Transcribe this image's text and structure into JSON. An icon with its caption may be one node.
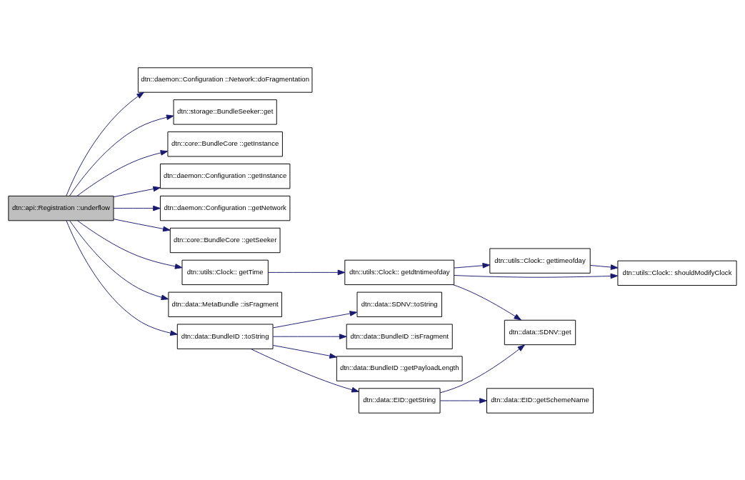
{
  "diagram": {
    "nodes": [
      {
        "text": [
          "dtn::api::Registration ::underflow"
        ]
      },
      {
        "text": [
          "dtn::daemon::Configuration ::Network::doFragmentation"
        ]
      },
      {
        "text": [
          "dtn::storage::BundleSeeker::get"
        ]
      },
      {
        "text": [
          "dtn::core::BundleCore ::getInstance"
        ]
      },
      {
        "text": [
          "dtn::daemon::Configuration ::getInstance"
        ]
      },
      {
        "text": [
          "dtn::daemon::Configuration ::getNetwork"
        ]
      },
      {
        "text": [
          "dtn::core::BundleCore ::getSeeker"
        ]
      },
      {
        "text": [
          "dtn::utils::Clock:: getTime"
        ]
      },
      {
        "text": [
          "dtn::data::MetaBundle ::isFragment"
        ]
      },
      {
        "text": [
          "dtn::data::BundleID ::toString"
        ]
      },
      {
        "text": [
          "dtn::utils::Clock:: getdtntimeofday"
        ]
      },
      {
        "text": [
          "dtn::utils::Clock:: gettimeofday"
        ]
      },
      {
        "text": [
          "dtn::utils::Clock:: shouldModifyClock"
        ]
      },
      {
        "text": [
          "dtn::data::SDNV::toString"
        ]
      },
      {
        "text": [
          "dtn::data::BundleID ::isFragment"
        ]
      },
      {
        "text": [
          "dtn::data::BundleID ::getPayloadLength"
        ]
      },
      {
        "text": [
          "dtn::data::EID::getString"
        ]
      },
      {
        "text": [
          "dtn::data::SDNV::get"
        ]
      },
      {
        "text": [
          "dtn::data::EID::getSchemeName"
        ]
      }
    ],
    "edges": [
      {
        "from": 0,
        "to": 1,
        "arrow": "to"
      },
      {
        "from": 0,
        "to": 2,
        "arrow": "to"
      },
      {
        "from": 0,
        "to": 3,
        "arrow": "to"
      },
      {
        "from": 0,
        "to": 4,
        "arrow": "to"
      },
      {
        "from": 0,
        "to": 5,
        "arrow": "to"
      },
      {
        "from": 0,
        "to": 6,
        "arrow": "to"
      },
      {
        "from": 0,
        "to": 7,
        "arrow": "to"
      },
      {
        "from": 0,
        "to": 8,
        "arrow": "to"
      },
      {
        "from": 0,
        "to": 9,
        "arrow": "to"
      },
      {
        "from": 7,
        "to": 10,
        "arrow": "to"
      },
      {
        "from": 10,
        "to": 11,
        "arrow": "to"
      },
      {
        "from": 10,
        "to": 12,
        "arrow": "to"
      },
      {
        "from": 10,
        "to": 17,
        "arrow": "to"
      },
      {
        "from": 11,
        "to": 12,
        "arrow": "to"
      },
      {
        "from": 9,
        "to": 13,
        "arrow": "to"
      },
      {
        "from": 9,
        "to": 14,
        "arrow": "to"
      },
      {
        "from": 9,
        "to": 15,
        "arrow": "to"
      },
      {
        "from": 9,
        "to": 16,
        "arrow": "to"
      },
      {
        "from": 16,
        "to": 17,
        "arrow": "to"
      },
      {
        "from": 16,
        "to": 18,
        "arrow": "to"
      }
    ]
  }
}
